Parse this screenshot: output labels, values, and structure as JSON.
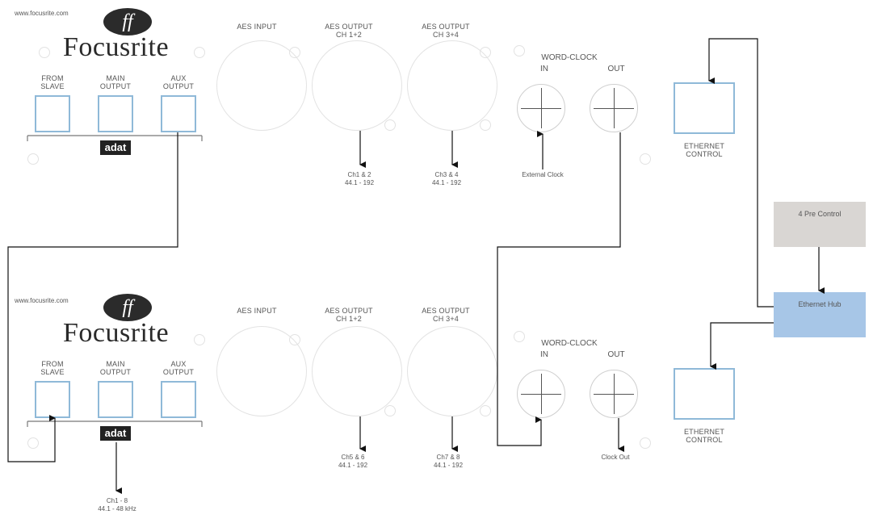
{
  "top_unit": {
    "url": "www.focusrite.com",
    "logo": "ff",
    "brand": "Focusrite",
    "port_labels": {
      "from_slave": [
        "FROM",
        "SLAVE"
      ],
      "main_output": [
        "MAIN",
        "OUTPUT"
      ],
      "aux_output": [
        "AUX",
        "OUTPUT"
      ]
    },
    "adat": "adat",
    "aes_input": "AES INPUT",
    "aes_out_12": [
      "AES OUTPUT",
      "CH 1+2"
    ],
    "aes_out_34": [
      "AES OUTPUT",
      "CH 3+4"
    ],
    "word_clock": "WORD-CLOCK",
    "wc_in": "IN",
    "wc_out": "OUT",
    "ethernet": [
      "ETHERNET",
      "CONTROL"
    ],
    "ch12_note": [
      "Ch1 & 2",
      "44.1 - 192"
    ],
    "ch34_note": [
      "Ch3 & 4",
      "44.1 - 192"
    ],
    "ext_clock": "External Clock"
  },
  "bottom_unit": {
    "url": "www.focusrite.com",
    "logo": "ff",
    "brand": "Focusrite",
    "port_labels": {
      "from_slave": [
        "FROM",
        "SLAVE"
      ],
      "main_output": [
        "MAIN",
        "OUTPUT"
      ],
      "aux_output": [
        "AUX",
        "OUTPUT"
      ]
    },
    "adat": "adat",
    "aes_input": "AES INPUT",
    "aes_out_12": [
      "AES OUTPUT",
      "CH 1+2"
    ],
    "aes_out_34": [
      "AES OUTPUT",
      "CH 3+4"
    ],
    "word_clock": "WORD-CLOCK",
    "wc_in": "IN",
    "wc_out": "OUT",
    "ethernet": [
      "ETHERNET",
      "CONTROL"
    ],
    "ch56_note": [
      "Ch5 & 6",
      "44.1 - 192"
    ],
    "ch78_note": [
      "Ch7 & 8",
      "44.1 - 192"
    ],
    "adat_note": [
      "Ch1 - 8",
      "44.1 - 48 kHz"
    ],
    "clock_out": "Clock Out"
  },
  "control": {
    "pre_control": "4 Pre Control",
    "ethernet_hub": "Ethernet Hub"
  },
  "colors": {
    "port_border": "#8fb9d8",
    "hub_fill": "#a7c6e7",
    "control_fill": "#d9d6d3",
    "wire": "#111111"
  }
}
